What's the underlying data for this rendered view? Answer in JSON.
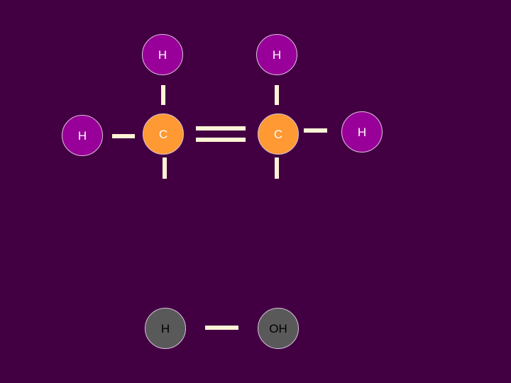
{
  "colors": {
    "background": "#420043",
    "hydrogen": "#990099",
    "carbon": "#ff9933",
    "detached": "#595959",
    "bond": "#fff3d6",
    "label_light": "#ffffff",
    "label_dark": "#000000"
  },
  "atoms": {
    "h_top_left": "H",
    "h_top_right": "H",
    "h_left": "H",
    "c_left": "C",
    "c_right": "C",
    "h_right": "H",
    "h_bottom": "H",
    "oh_bottom": "OH"
  }
}
